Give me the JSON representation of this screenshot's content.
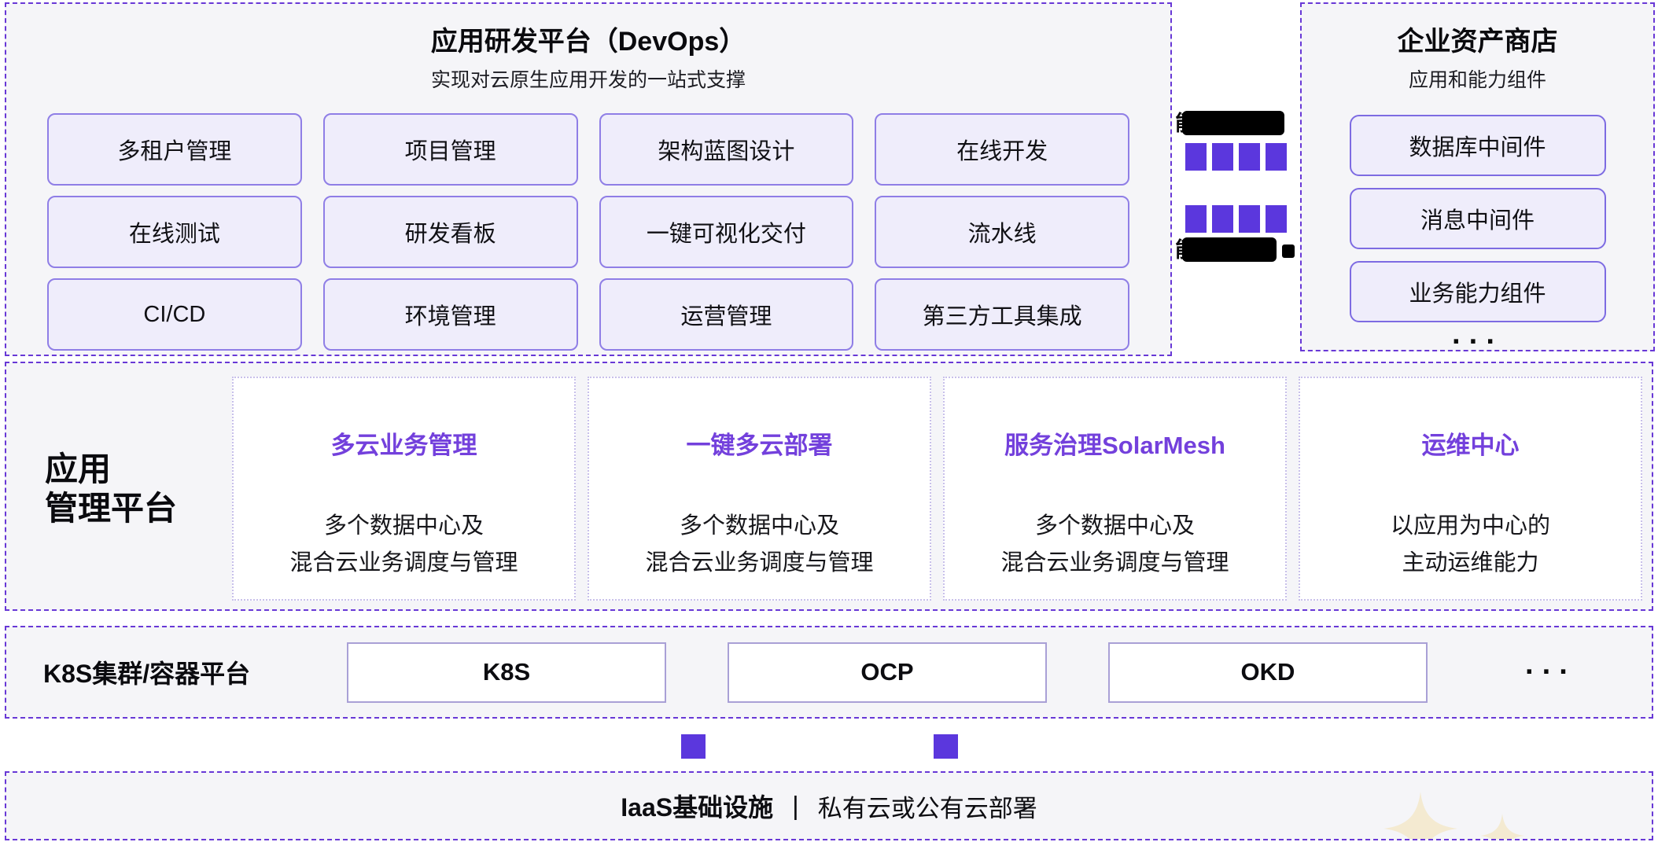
{
  "devops_panel": {
    "title": "应用研发平台（DevOps）",
    "subtitle": "实现对云原生应用开发的一站式支撑",
    "buttons": [
      "多租户管理",
      "项目管理",
      "架构蓝图设计",
      "在线开发",
      "在线测试",
      "研发看板",
      "一键可视化交付",
      "流水线",
      "CI/CD",
      "环境管理",
      "运营管理",
      "第三方工具集成"
    ]
  },
  "connector": {
    "top_label": {
      "visible_text": "能",
      "redacted": true
    },
    "bottom_label": {
      "visible_text": "能",
      "redacted": true
    },
    "squares_per_row": 4
  },
  "asset_store_panel": {
    "title": "企业资产商店",
    "subtitle": "应用和能力组件",
    "items": [
      "数据库中间件",
      "消息中间件",
      "业务能力组件"
    ],
    "more_indicator": "···"
  },
  "app_mgmt_panel": {
    "label_line1": "应用",
    "label_line2": "管理平台",
    "cards": [
      {
        "title": "多云业务管理",
        "desc_line1": "多个数据中心及",
        "desc_line2": "混合云业务调度与管理"
      },
      {
        "title": "一键多云部署",
        "desc_line1": "多个数据中心及",
        "desc_line2": "混合云业务调度与管理"
      },
      {
        "title": "服务治理SolarMesh",
        "desc_line1": "多个数据中心及",
        "desc_line2": "混合云业务调度与管理"
      },
      {
        "title": "运维中心",
        "desc_line1": "以应用为中心的",
        "desc_line2": "主动运维能力"
      }
    ]
  },
  "k8s_panel": {
    "label": "K8S集群/容器平台",
    "items": [
      "K8S",
      "OCP",
      "OKD"
    ],
    "more_indicator": "···"
  },
  "iaas_panel": {
    "label_bold": "IaaS基础设施",
    "separator": "|",
    "label_regular": "私有云或公有云部署"
  },
  "colors": {
    "dashed_border_purple": "#6838D6",
    "pill_fill": "#EFEDFB",
    "pill_border": "#8F7EE6",
    "card_title_purple": "#7340DC",
    "square_purple": "#5B37DD",
    "k8s_box_border": "#A9A0D6",
    "panel_bg": "#F5F5F8",
    "redaction_black": "#000000",
    "sparkle_cream": "#F4EAD1"
  }
}
